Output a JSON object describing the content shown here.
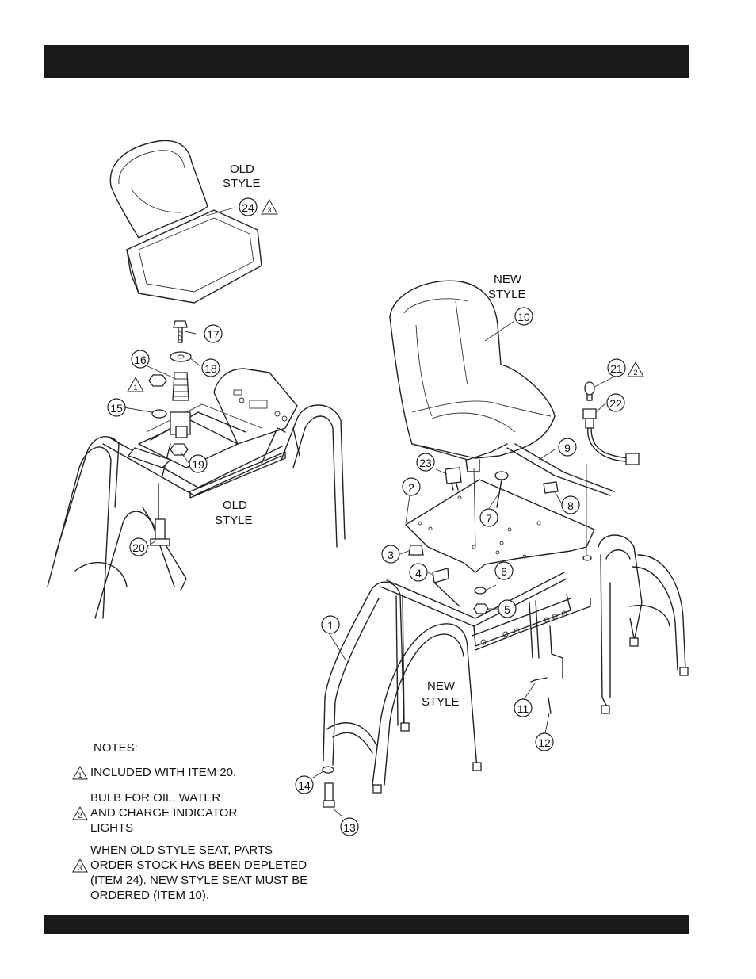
{
  "labels": {
    "old_style_top": [
      "OLD",
      "STYLE"
    ],
    "new_style_top": [
      "NEW",
      "STYLE"
    ],
    "old_style_frame": [
      "OLD",
      "STYLE"
    ],
    "new_style_frame": [
      "NEW",
      "STYLE"
    ]
  },
  "callouts": [
    "1",
    "2",
    "3",
    "4",
    "5",
    "6",
    "7",
    "8",
    "9",
    "10",
    "11",
    "12",
    "13",
    "14",
    "15",
    "16",
    "17",
    "18",
    "19",
    "20",
    "21",
    "22",
    "23",
    "24"
  ],
  "note_markers": [
    "1",
    "2",
    "3"
  ],
  "notes": {
    "heading": "NOTES:",
    "items": [
      {
        "marker": "1",
        "text": "INCLUDED WITH ITEM 20."
      },
      {
        "marker": "2",
        "text": "BULB FOR OIL, WATER\nAND CHARGE INDICATOR\nLIGHTS"
      },
      {
        "marker": "3",
        "text": "WHEN OLD STYLE SEAT, PARTS\nORDER STOCK HAS BEEN DEPLETED\n(ITEM 24). NEW STYLE SEAT MUST BE\nORDERED (ITEM 10)."
      }
    ]
  }
}
